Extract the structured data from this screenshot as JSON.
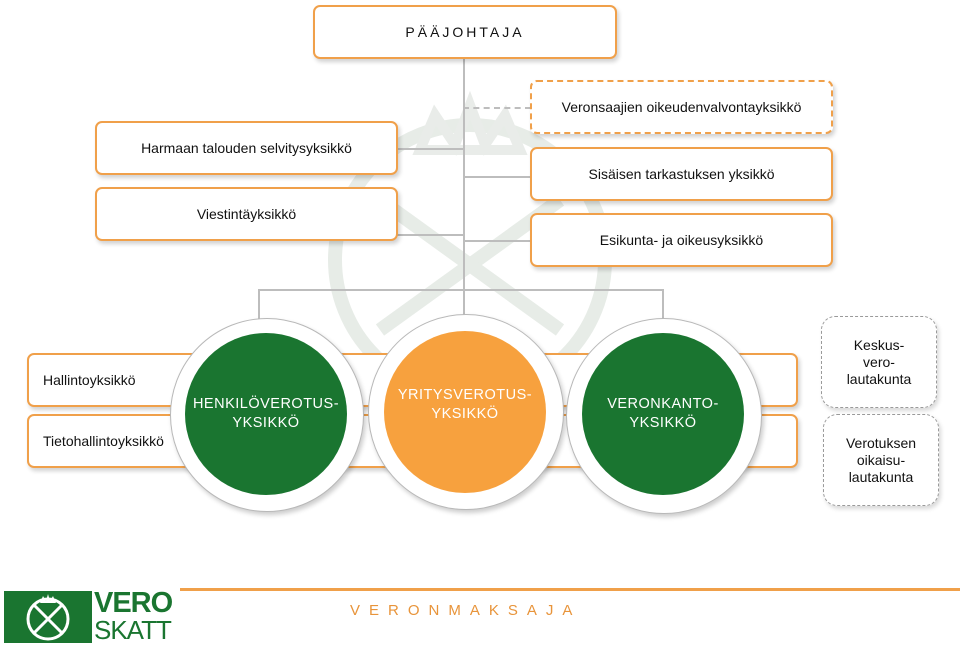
{
  "top": {
    "label": "PÄÄJOHTAJA"
  },
  "staff_right": [
    {
      "label": "Veronsaajien oikeudenvalvontayksikkö",
      "dashed": true
    },
    {
      "label": "Sisäisen tarkastuksen yksikkö"
    },
    {
      "label": "Esikunta- ja oikeusyksikkö"
    }
  ],
  "staff_left": [
    {
      "label": "Harmaan talouden selvitysyksikkö"
    },
    {
      "label": "Viestintäyksikkö"
    }
  ],
  "support_units": [
    {
      "label": "Hallintoyksikkö"
    },
    {
      "label": "Tietohallintoyksikkö"
    }
  ],
  "core_units": [
    {
      "label": "HENKILÖVEROTUS-\nYKSIKKÖ",
      "color": "#1a7530"
    },
    {
      "label": "YRITYSVEROTUS-\nYKSIKKÖ",
      "color": "#f7a13e"
    },
    {
      "label": "VERONKANTO-\nYKSIKKÖ",
      "color": "#1a7530"
    }
  ],
  "boards": [
    {
      "label": "Keskus-\nvero-\nlautakunta"
    },
    {
      "label": "Verotuksen\noikaisu-\nlautakunta"
    }
  ],
  "footer": {
    "tagline": "VERONMAKSAJA"
  },
  "logo": {
    "line1": "VERO",
    "line2": "SKATT"
  },
  "colors": {
    "accent": "#f0a04a",
    "green": "#1a7530"
  }
}
